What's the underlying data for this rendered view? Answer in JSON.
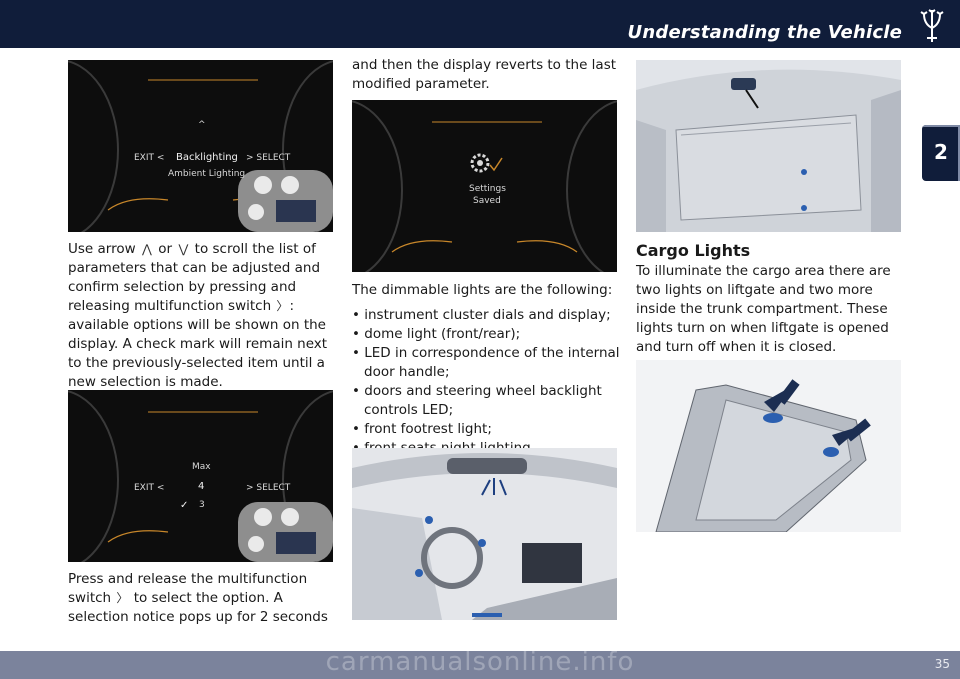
{
  "header": {
    "title": "Understanding the Vehicle"
  },
  "chapter_tab": "2",
  "page_number": "35",
  "watermark": "carmanualsonline.info",
  "col1": {
    "dash1": {
      "exit": "EXIT <",
      "item": "Backlighting",
      "select": "> SELECT",
      "sub": "Ambient Lighting"
    },
    "para1_a": "Use arrow",
    "para1_or": "or",
    "para1_b": "to scroll the list of parameters that can be adjusted and confirm selection by pressing and releasing multifunction switch",
    "para1_c": ": available options will be shown on the display. A check mark will remain next to the previously-selected item until a new selection is made.",
    "dash2": {
      "exit": "EXIT <",
      "top": "Max",
      "value": "4",
      "select": "> SELECT",
      "below": "3"
    },
    "para2_a": "Press and release the multifunction switch",
    "para2_b": "to select the option. A selection notice pops up for 2 seconds"
  },
  "col2": {
    "para_top": "and then the display reverts to the last modified parameter.",
    "dash3": {
      "line1": "Settings",
      "line2": "Saved"
    },
    "intro": "The dimmable lights are the following:",
    "items": [
      "• instrument cluster dials and display;",
      "• dome light (front/rear);",
      "• LED in correspondence of the internal door handle;",
      "• doors and steering wheel backlight controls LED;",
      "• front footrest light;",
      "• front seats night lighting."
    ]
  },
  "col3": {
    "title": "Cargo Lights",
    "body": "To illuminate the cargo area there are two lights on liftgate and two more inside the trunk compartment. These lights turn on when liftgate is opened and turn off when it is closed."
  }
}
